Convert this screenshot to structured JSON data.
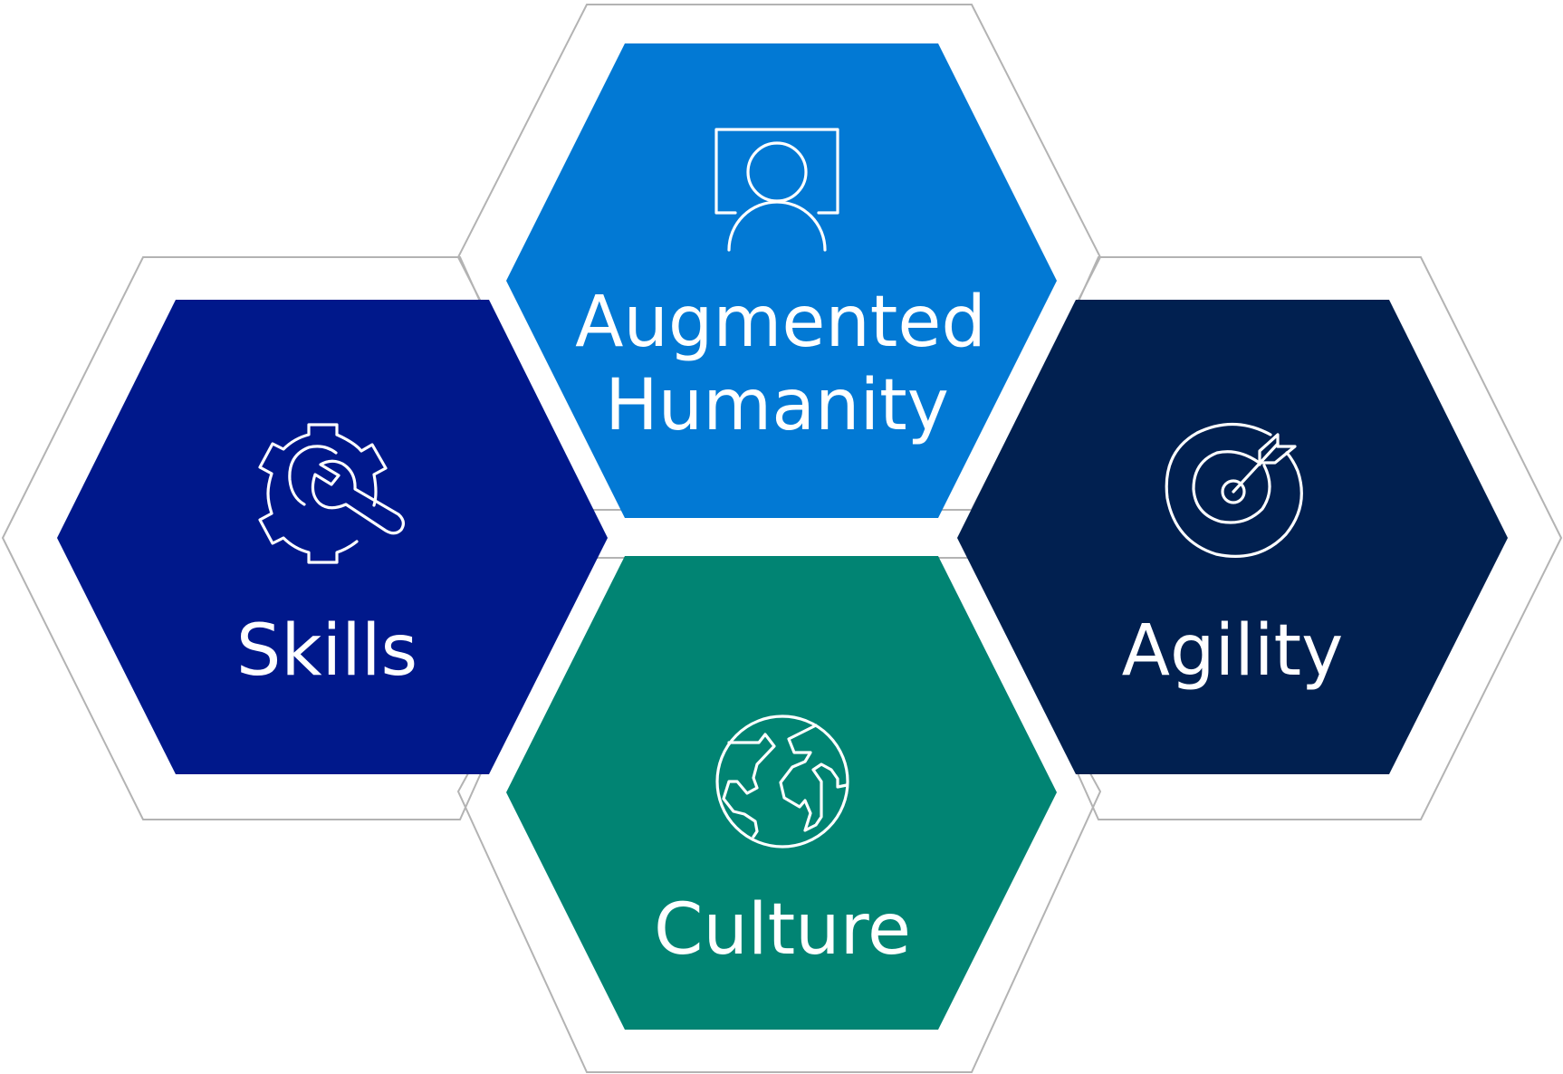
{
  "diagram": {
    "colors": {
      "outline": "#b3b3b3",
      "text": "#ffffff"
    },
    "hexes": [
      {
        "id": "augmented-humanity",
        "lines": [
          "Augmented",
          "Humanity"
        ],
        "icon": "person-screen-icon",
        "color": "#0279d4"
      },
      {
        "id": "skills",
        "lines": [
          "Skills"
        ],
        "icon": "gear-wrench-icon",
        "color": "#00188b"
      },
      {
        "id": "agility",
        "lines": [
          "Agility"
        ],
        "icon": "target-arrow-icon",
        "color": "#012050"
      },
      {
        "id": "culture",
        "lines": [
          "Culture"
        ],
        "icon": "globe-icon",
        "color": "#018473"
      }
    ]
  }
}
